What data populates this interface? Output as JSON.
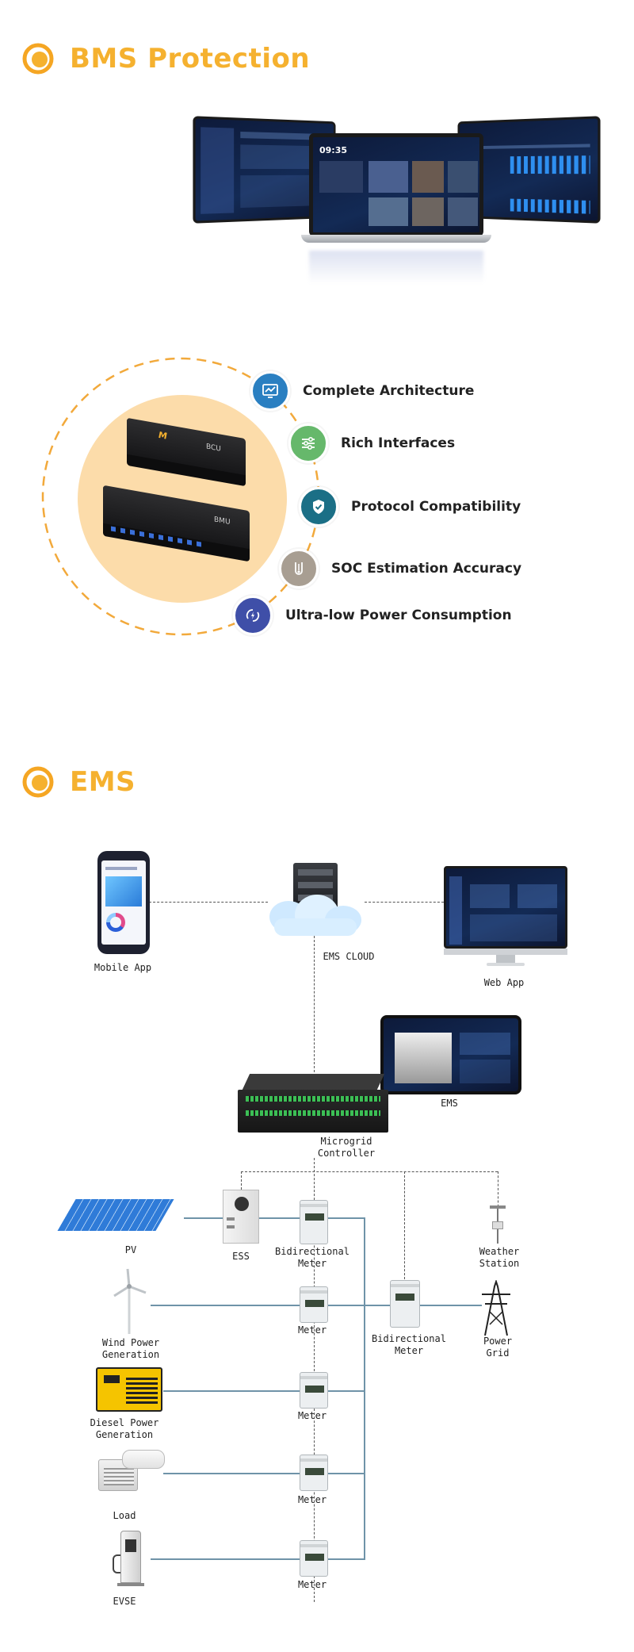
{
  "sections": {
    "bms_title": "BMS Protection",
    "ems_title": "EMS"
  },
  "bms_features": [
    {
      "label": "Complete Architecture",
      "icon": "monitor-chart-icon",
      "color": "#2a7fc1"
    },
    {
      "label": "Rich Interfaces",
      "icon": "sliders-icon",
      "color": "#66b86b"
    },
    {
      "label": "Protocol Compatibility",
      "icon": "shield-check-icon",
      "color": "#1b6f86"
    },
    {
      "label": "SOC Estimation Accuracy",
      "icon": "gauge-icon",
      "color": "#a89e92"
    },
    {
      "label": "Ultra-low Power Consumption",
      "icon": "power-cycle-icon",
      "color": "#3f4fa8"
    }
  ],
  "devices": {
    "bcu_label": "BCU",
    "bmu_label": "BMU"
  },
  "laptop": {
    "time": "09:35"
  },
  "ems_diagram": {
    "mobile_app": "Mobile App",
    "ems_cloud": "EMS CLOUD",
    "web_app": "Web App",
    "ems": "EMS",
    "microgrid_controller_l1": "Microgrid",
    "microgrid_controller_l2": "Controller",
    "pv": "PV",
    "ess": "ESS",
    "bidirectional_meter_top_l1": "Bidirectional",
    "bidirectional_meter_top_l2": "Meter",
    "weather_station_l1": "Weather",
    "weather_station_l2": "Station",
    "wind_l1": "Wind Power",
    "wind_l2": "Generation",
    "meter_1": "Meter",
    "bidirectional_meter_mid_l1": "Bidirectional",
    "bidirectional_meter_mid_l2": "Meter",
    "power_grid_l1": "Power",
    "power_grid_l2": "Grid",
    "diesel_l1": "Diesel Power",
    "diesel_l2": "Generation",
    "meter_2": "Meter",
    "load": "Load",
    "meter_3": "Meter",
    "evse": "EVSE",
    "meter_4": "Meter"
  },
  "colors": {
    "accent": "#f5b12f",
    "circle_fill": "#fcdcaa",
    "dash_ring": "#f2a93b"
  }
}
